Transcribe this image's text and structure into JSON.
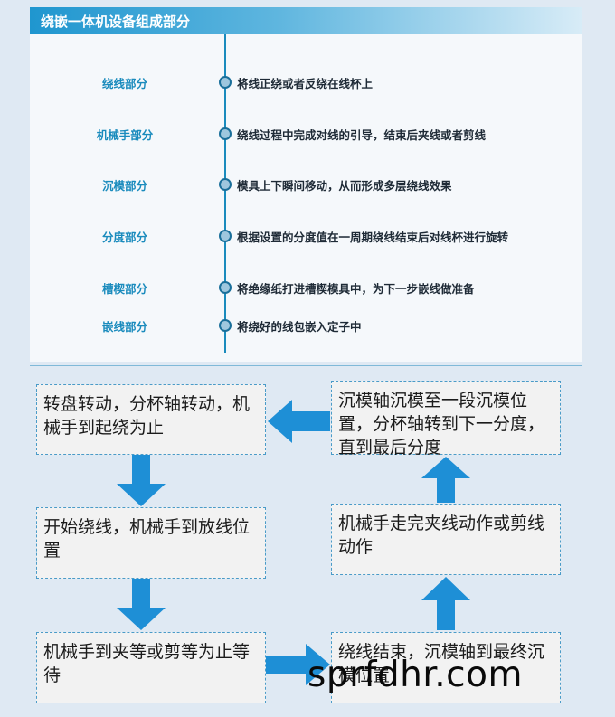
{
  "title": "绕嵌一体机设备组成部分",
  "components": [
    {
      "name": "绕线部分",
      "desc": "将线正绕或者反绕在线杯上"
    },
    {
      "name": "机械手部分",
      "desc": "绕线过程中完成对线的引导，结束后夹线或者剪线"
    },
    {
      "name": "沉模部分",
      "desc": "模具上下瞬间移动，从而形成多层绕线效果"
    },
    {
      "name": "分度部分",
      "desc": "根据设置的分度值在一周期绕线结束后对线杯进行旋转"
    },
    {
      "name": "槽楔部分",
      "desc": "将绝缘纸打进槽楔模具中，为下一步嵌线做准备"
    },
    {
      "name": "嵌线部分",
      "desc": "将绕好的线包嵌入定子中"
    }
  ],
  "flow": {
    "step1": "转盘转动，分杯轴转动，机械手到起绕为止",
    "step2": "开始绕线，机械手到放线位置",
    "step3": "机械手到夹等或剪等为止等待",
    "step4": "绕线结束，沉模轴到最终沉模位置",
    "step5": "机械手走完夹线动作或剪线动作",
    "step6": "沉模轴沉模至一段沉模位置，分杯轴转到下一分度，直到最后分度"
  },
  "watermark": "sprfdhr.com",
  "colors": {
    "accent": "#1a8bbd",
    "arrow": "#1e8fd6",
    "box_border": "#4a9bc8"
  }
}
